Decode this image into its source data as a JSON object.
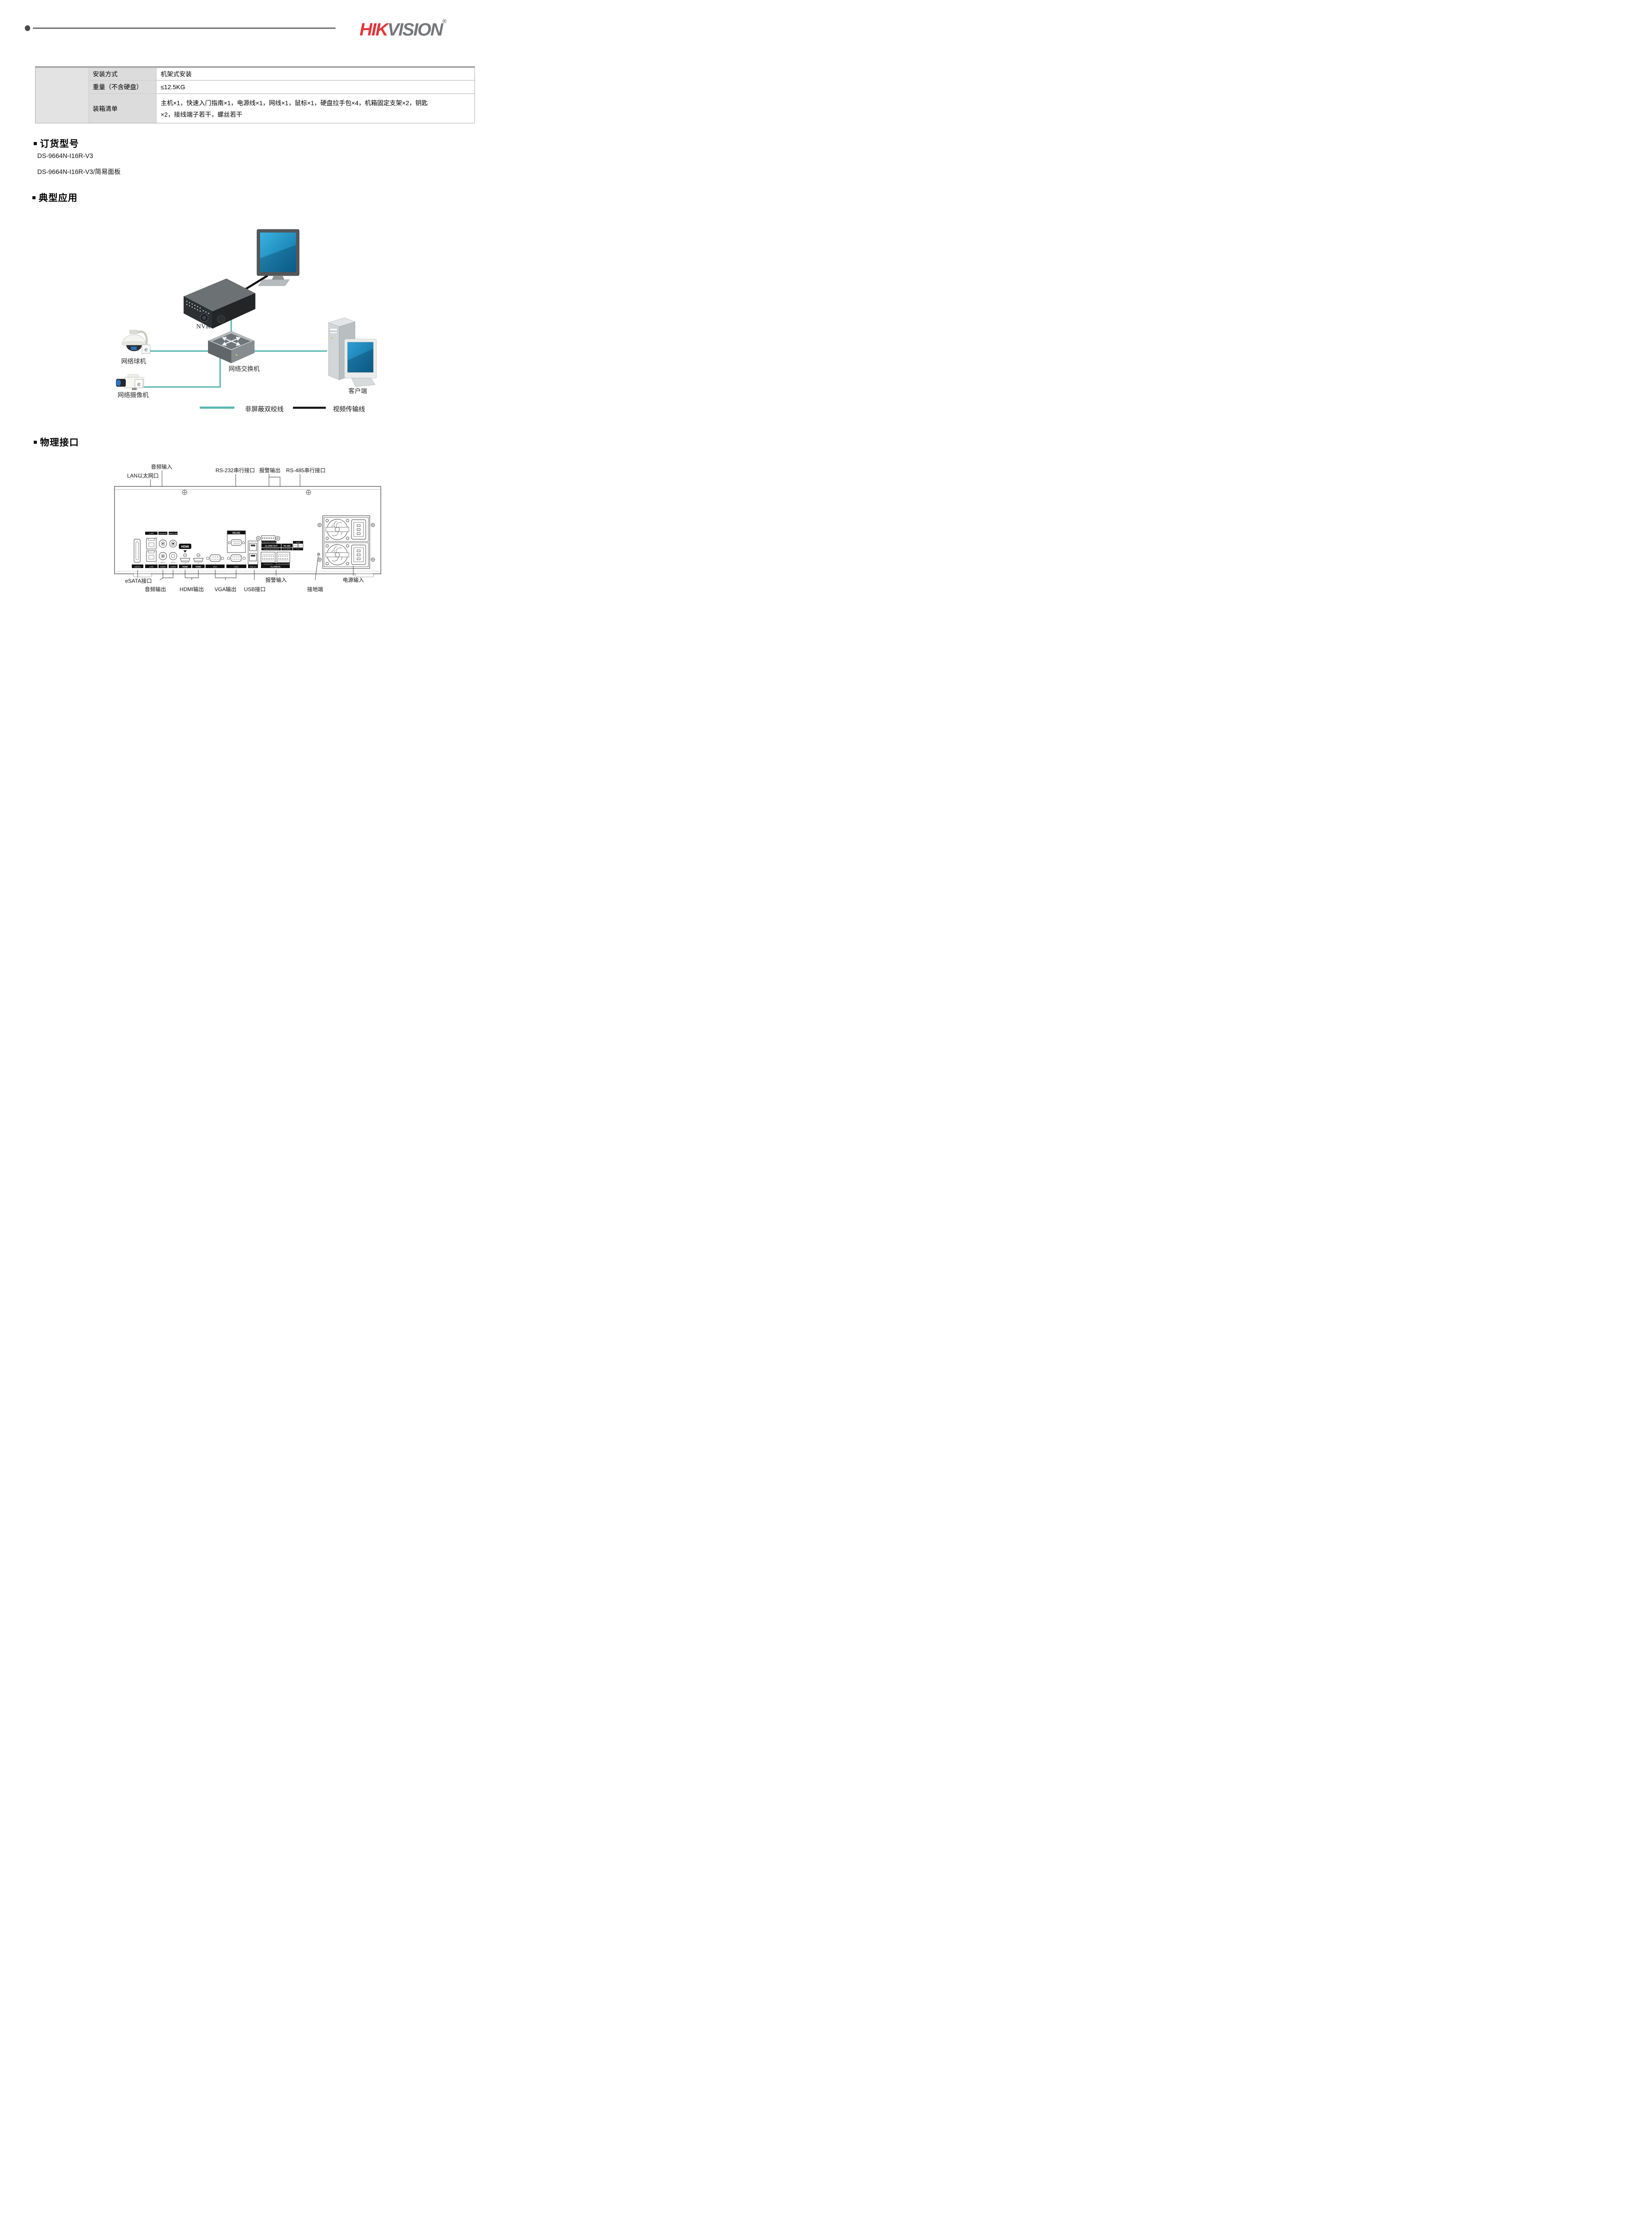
{
  "header": {
    "logo_hik": "HIK",
    "logo_vision": "VISION",
    "logo_reg": "®",
    "colors": {
      "logo_red": "#e2353b",
      "logo_gray": "#75787b",
      "rule_gray": "#6e6e6e"
    }
  },
  "spec_table": {
    "rows": [
      {
        "label": "安装方式",
        "value_lines": [
          "机架式安装"
        ]
      },
      {
        "label": "重量（不含硬盘）",
        "value_lines": [
          "≤12.5KG"
        ]
      },
      {
        "label": "装箱清单",
        "value_lines": [
          "主机×1，快速入门指南×1，电源线×1，网线×1，鼠标×1，硬盘拉手包×4，机箱固定支架×2，钥匙",
          "×2，接线端子若干，螺丝若干"
        ]
      }
    ]
  },
  "ordering": {
    "title": "订货型号",
    "models": [
      "DS-9664N-I16R-V3",
      "DS-9664N-I16R-V3/简易面板"
    ]
  },
  "application": {
    "title": "典型应用",
    "labels": {
      "nvr": "NVR",
      "dome_camera": "网络球机",
      "box_camera": "网络摄像机",
      "switch": "网络交换机",
      "client": "客户端"
    },
    "badge_e": "e",
    "legend": [
      {
        "label": "非屏蔽双绞线",
        "line_color": "#5cb8b2"
      },
      {
        "label": "视频传输线",
        "line_color": "#111111"
      }
    ],
    "colors": {
      "utp_teal": "#5cb8b2",
      "video_black": "#111111",
      "screen_blue": "#1c98cf"
    }
  },
  "interfaces": {
    "title": "物理接口",
    "callouts_top": [
      "音频输入",
      "LAN以太网口",
      "RS-232串行接口",
      "报警输出",
      "RS-485串行接口"
    ],
    "callouts_bottom": [
      "eSATA接口",
      "音频输出",
      "HDMI输出",
      "VGA输出",
      "USB接口",
      "报警输入",
      "接地端",
      "电源输入"
    ],
    "ports": {
      "esata": "eSATA",
      "lan_header": "LAN",
      "lan_num_top": "2",
      "lan_num_bottom": "1",
      "lan_bottom": "LAN",
      "audio_in_header": "AUDIO IN",
      "video_out_header": "VIDEO OUT",
      "audio_out1": "OUT 1",
      "audio_out2": "OUT 2",
      "audio_bar1": "AUDIO",
      "audio_bar2": "AUDIO",
      "hdmi_logo": "HDMI",
      "hdmi_num1": "1",
      "hdmi_num2": "2",
      "hdmi_bar1": "HDMI",
      "hdmi_bar2": "HDMI",
      "vga_num1": "1",
      "vga_num2": "2",
      "vga_bar1": "VGA",
      "vga_bar2": "VGA",
      "rs232": "RS-232",
      "usb": "USB 3.0",
      "alarm_out_pins_top": "5A 5B 6A 6B 7A 7B 8A 8B",
      "alarm_out": "ALARM OUT",
      "alarm_out_pins_bottom": "1A 1B 2A 2B 3A 3B 4A 4B",
      "rs485": "RS-485",
      "rs485_pins": "T+ T- R+ R-",
      "aux_pins_top": "9A 9B",
      "aux_pins_bottom": "+  -  +  -",
      "rating1": "12V 0.5A",
      "rating2": "12V 1A",
      "alarm_in_nums1": "1 2 3 4 5 6 7 8",
      "alarm_in_nums2": "9 10 11 12 13 14 15 16",
      "alarm_in": "ALARM IN"
    }
  }
}
